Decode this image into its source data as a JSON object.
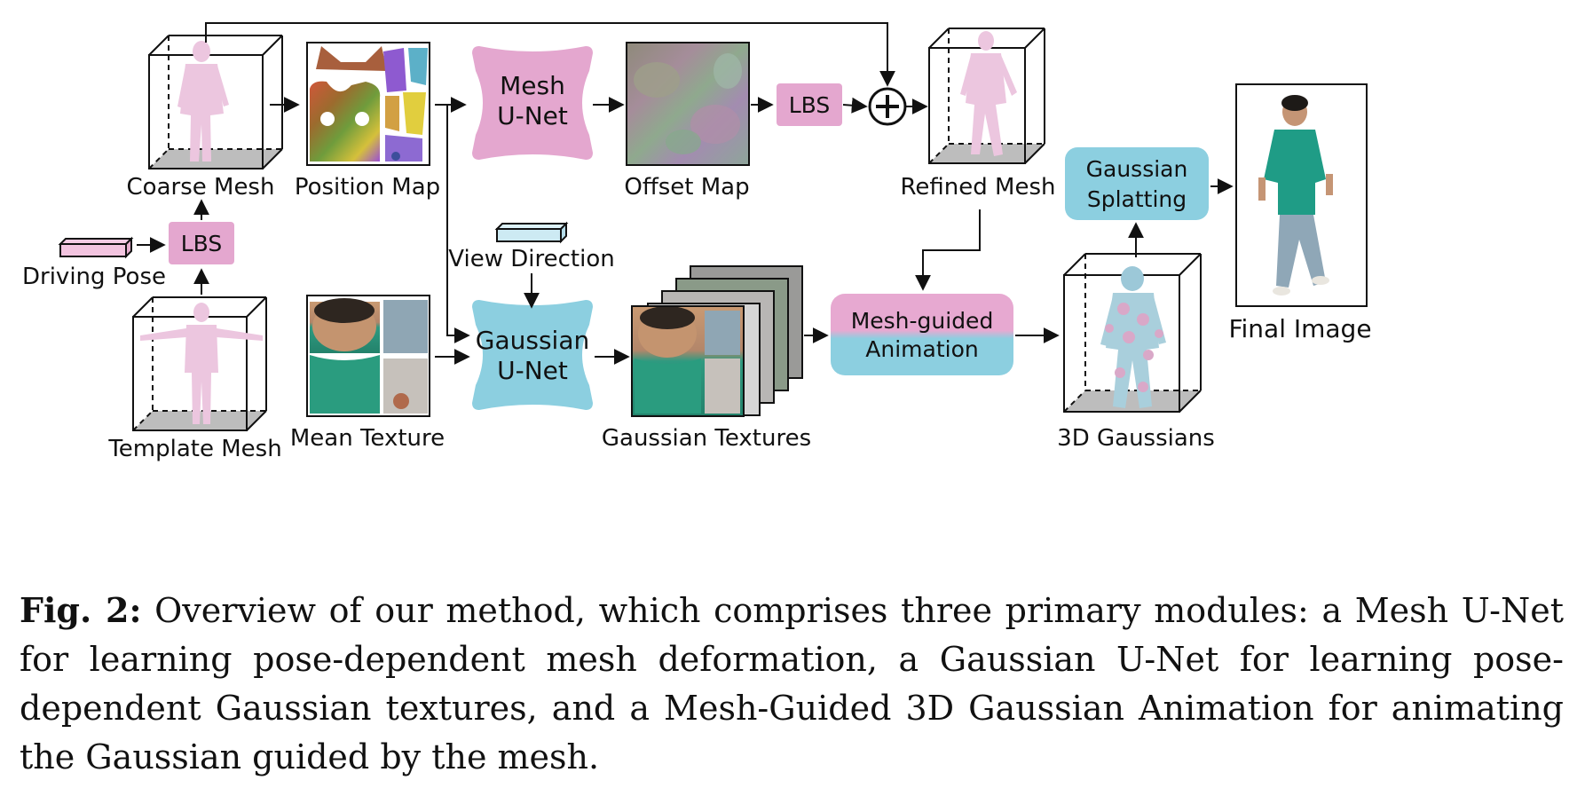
{
  "colors": {
    "pink": "#e4a7cf",
    "blue": "#8ccfe0",
    "light_pink": "#f3c4e0",
    "light_blue": "#cdeaf3",
    "mesh": "#ecc6df",
    "floor": "#bdbdbd"
  },
  "labels": {
    "coarse_mesh": "Coarse Mesh",
    "position_map": "Position Map",
    "offset_map": "Offset Map",
    "refined_mesh": "Refined Mesh",
    "driving_pose": "Driving Pose",
    "template_mesh": "Template Mesh",
    "mean_texture": "Mean Texture",
    "view_direction": "View Direction",
    "gaussian_textures": "Gaussian Textures",
    "gaussians_3d": "3D Gaussians",
    "final_image": "Final Image"
  },
  "boxes": {
    "lbs_top": "LBS",
    "lbs_left": "LBS",
    "mesh_unet_line1": "Mesh",
    "mesh_unet_line2": "U-Net",
    "gaussian_unet_line1": "Gaussian",
    "gaussian_unet_line2": "U-Net",
    "splatting_line1": "Gaussian",
    "splatting_line2": "Splatting",
    "animation_line1": "Mesh-guided",
    "animation_line2": "Animation"
  },
  "caption": {
    "prefix": "Fig. 2:",
    "text": " Overview of our method, which comprises three primary modules: a Mesh U-Net for learning pose-dependent mesh deformation, a Gaussian U-Net for learning pose-dependent Gaussian textures, and a Mesh-Guided 3D Gaussian Animation for animating the Gaussian guided by the mesh."
  }
}
